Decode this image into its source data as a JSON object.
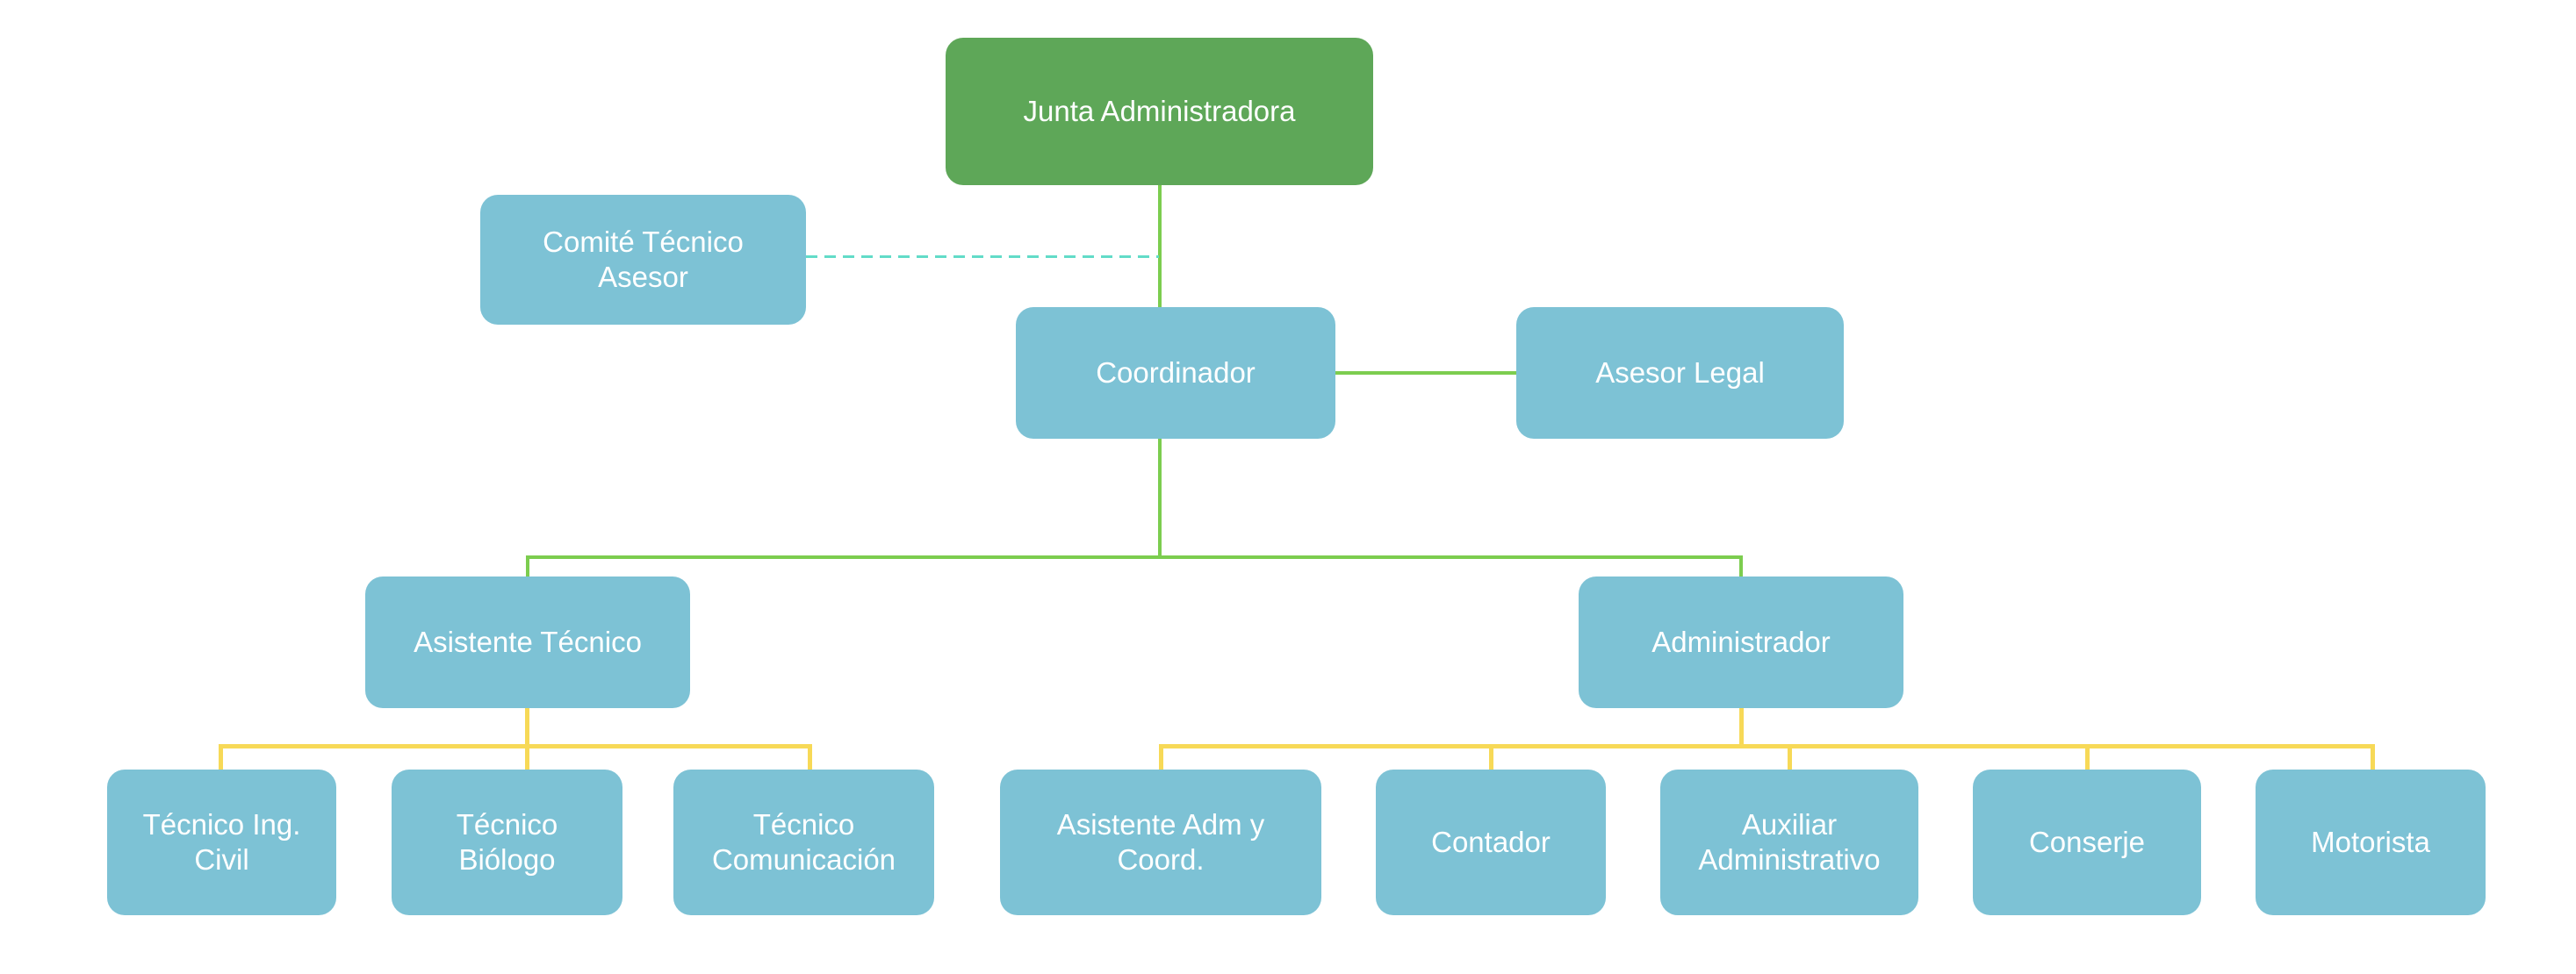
{
  "diagram_type": "org-chart",
  "nodes": {
    "junta": {
      "label": "Junta Administradora"
    },
    "comite": {
      "label": "Comité Técnico Asesor"
    },
    "coordinador": {
      "label": "Coordinador"
    },
    "asesor_legal": {
      "label": "Asesor Legal"
    },
    "asistente_tecnico": {
      "label": "Asistente Técnico"
    },
    "administrador": {
      "label": "Administrador"
    },
    "tecnico_ing_civil": {
      "label": "Técnico Ing. Civil"
    },
    "tecnico_biologo": {
      "label": "Técnico Biólogo"
    },
    "tecnico_comunicacion": {
      "label": "Técnico Comunicación"
    },
    "asistente_adm_coord": {
      "label": "Asistente Adm y Coord."
    },
    "contador": {
      "label": "Contador"
    },
    "auxiliar_administrativo": {
      "label": "Auxiliar Administrativo"
    },
    "conserje": {
      "label": "Conserje"
    },
    "motorista": {
      "label": "Motorista"
    }
  },
  "edges": [
    {
      "from": "junta",
      "to": "coordinador",
      "style": "solid",
      "color": "#7ccd4f"
    },
    {
      "from": "comite",
      "to": "junta-coordinador-line",
      "style": "dashed",
      "color": "#62dcc8"
    },
    {
      "from": "coordinador",
      "to": "asesor_legal",
      "style": "solid",
      "color": "#7ccd4f"
    },
    {
      "from": "coordinador",
      "to": "asistente_tecnico",
      "style": "solid",
      "color": "#7ccd4f"
    },
    {
      "from": "coordinador",
      "to": "administrador",
      "style": "solid",
      "color": "#7ccd4f"
    },
    {
      "from": "asistente_tecnico",
      "to": "tecnico_ing_civil",
      "style": "solid",
      "color": "#f7d957"
    },
    {
      "from": "asistente_tecnico",
      "to": "tecnico_biologo",
      "style": "solid",
      "color": "#f7d957"
    },
    {
      "from": "asistente_tecnico",
      "to": "tecnico_comunicacion",
      "style": "solid",
      "color": "#f7d957"
    },
    {
      "from": "administrador",
      "to": "asistente_adm_coord",
      "style": "solid",
      "color": "#f7d957"
    },
    {
      "from": "administrador",
      "to": "contador",
      "style": "solid",
      "color": "#f7d957"
    },
    {
      "from": "administrador",
      "to": "auxiliar_administrativo",
      "style": "solid",
      "color": "#f7d957"
    },
    {
      "from": "administrador",
      "to": "conserje",
      "style": "solid",
      "color": "#f7d957"
    },
    {
      "from": "administrador",
      "to": "motorista",
      "style": "solid",
      "color": "#f7d957"
    }
  ],
  "colors": {
    "root_fill": "#5ea758",
    "node_fill": "#7dc2d5",
    "text": "#ffffff",
    "line_green": "#7ccd4f",
    "line_yellow": "#f7d957",
    "line_teal_dashed": "#62dcc8",
    "background": "#ffffff"
  }
}
